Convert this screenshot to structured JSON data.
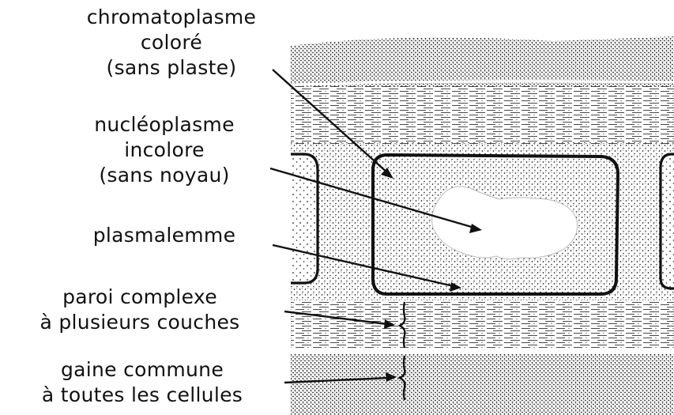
{
  "labels": {
    "chromatoplasme": {
      "lines": [
        "chromatoplasme",
        "coloré",
        "(sans plaste)"
      ]
    },
    "nucleoplasme": {
      "lines": [
        "nucléoplasme",
        "incolore",
        "(sans noyau)"
      ]
    },
    "plasmalemme": {
      "lines": [
        "plasmalemme"
      ]
    },
    "paroi": {
      "lines": [
        "paroi complexe",
        "à plusieurs couches"
      ]
    },
    "gaine": {
      "lines": [
        "gaine commune",
        "à toutes les cellules"
      ]
    }
  },
  "colors": {
    "ink": "#111111",
    "background": "#ffffff"
  }
}
